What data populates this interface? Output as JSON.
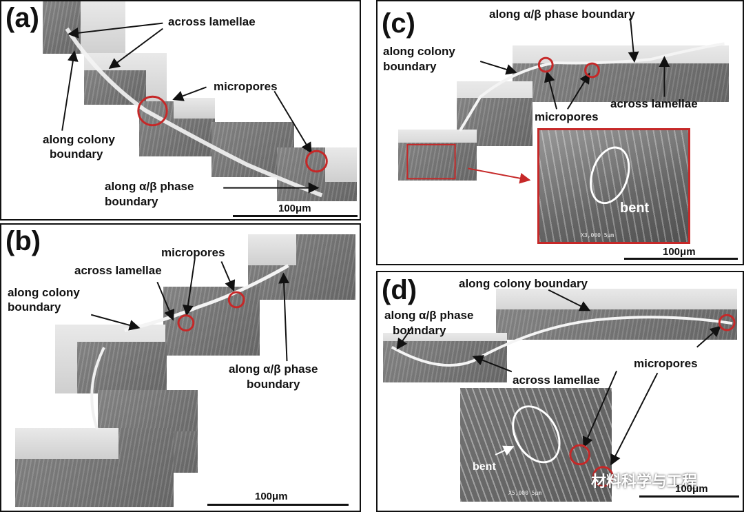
{
  "panels": {
    "a": {
      "label": "(a)",
      "annotations": {
        "across_lamellae": "across lamellae",
        "micropores": "micropores",
        "along_colony_1": "along colony",
        "along_colony_2": "boundary",
        "along_phase_1": "along α/β phase",
        "along_phase_2": "boundary"
      },
      "scale": "100μm"
    },
    "b": {
      "label": "(b)",
      "annotations": {
        "micropores": "micropores",
        "across_lamellae": "across lamellae",
        "along_colony_1": "along colony",
        "along_colony_2": "boundary",
        "along_phase_1": "along α/β phase",
        "along_phase_2": "boundary"
      },
      "scale": "100μm"
    },
    "c": {
      "label": "(c)",
      "annotations": {
        "along_phase": "along α/β phase boundary",
        "along_colony_1": "along colony",
        "along_colony_2": "boundary",
        "micropores": "micropores",
        "across_lamellae": "across lamellae",
        "bent": "bent"
      },
      "scale": "100μm"
    },
    "d": {
      "label": "(d)",
      "annotations": {
        "along_colony": "along colony boundary",
        "along_phase_1": "along α/β phase",
        "along_phase_2": "boundary",
        "micropores": "micropores",
        "across_lamellae": "across lamellae",
        "bent": "bent"
      },
      "scale": "100μm",
      "watermark": "材料科学与工程"
    }
  },
  "colors": {
    "circle": "#c62828",
    "arrow": "#111111",
    "ellipse": "#ffffff"
  }
}
